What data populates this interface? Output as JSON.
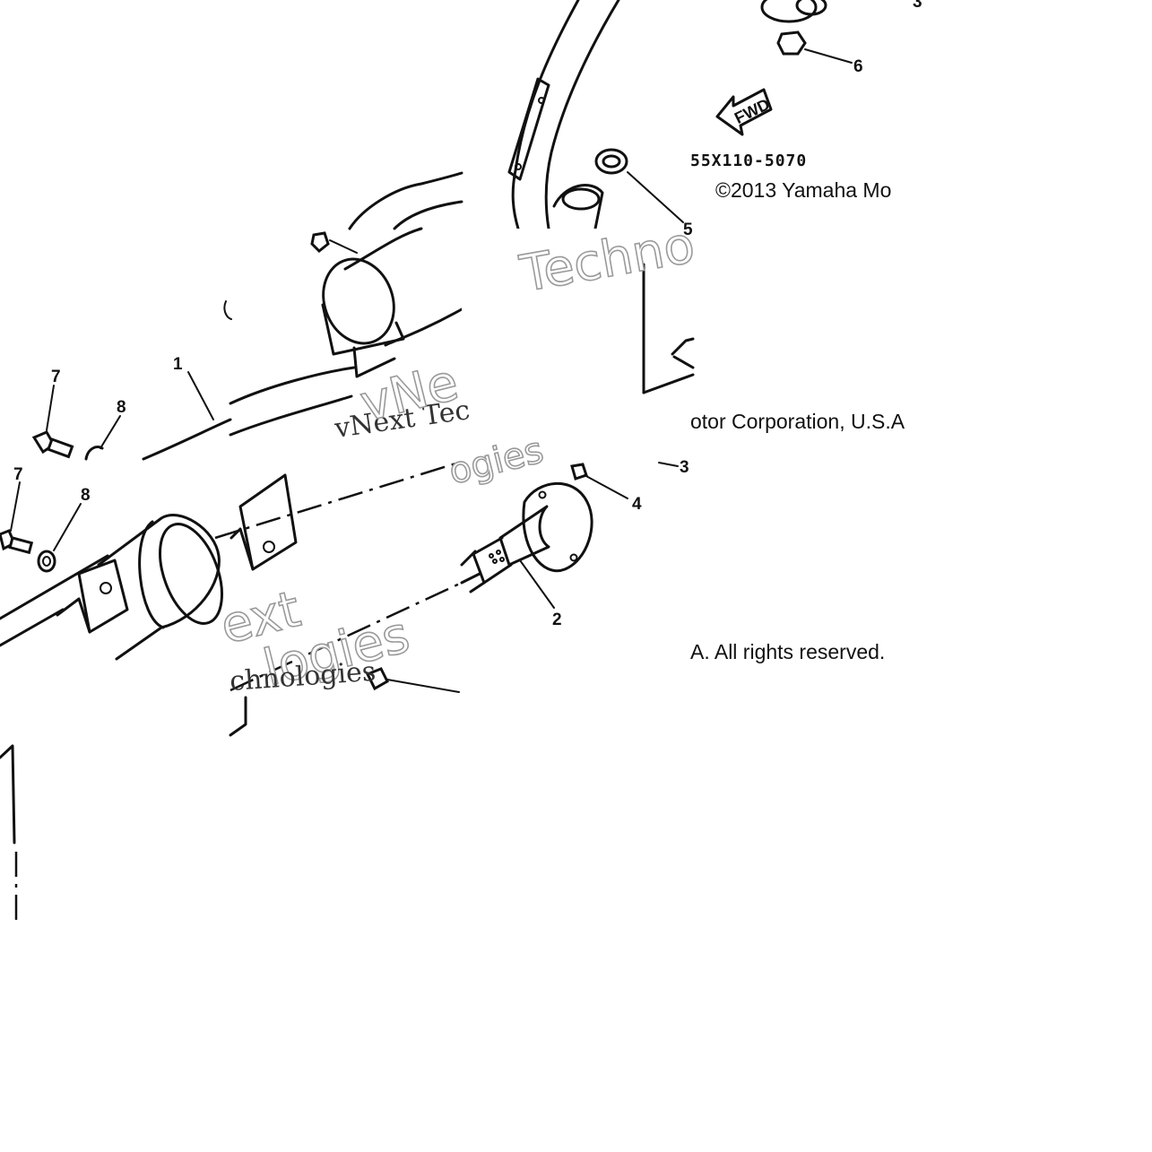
{
  "diagram": {
    "part_code": "55X110-5070",
    "copyright_line1": "©2013 Yamaha Mo",
    "copyright_line2": "otor Corporation, U.S.A",
    "copyright_line3": "A. All rights reserved.",
    "fwd_label": "FWD",
    "callouts": {
      "c1": "1",
      "c2": "2",
      "c3": "3",
      "c3_top": "3",
      "c4": "4",
      "c5": "5",
      "c6": "6",
      "c7a": "7",
      "c7b": "7",
      "c8a": "8",
      "c8b": "8"
    },
    "watermarks": {
      "techno": "Techno",
      "vnext_tec": "vNext Tec",
      "vne": "vNe",
      "ogies": "ogies",
      "ext": "ext",
      "logies": "logies",
      "chnologies": "chnologies"
    }
  }
}
